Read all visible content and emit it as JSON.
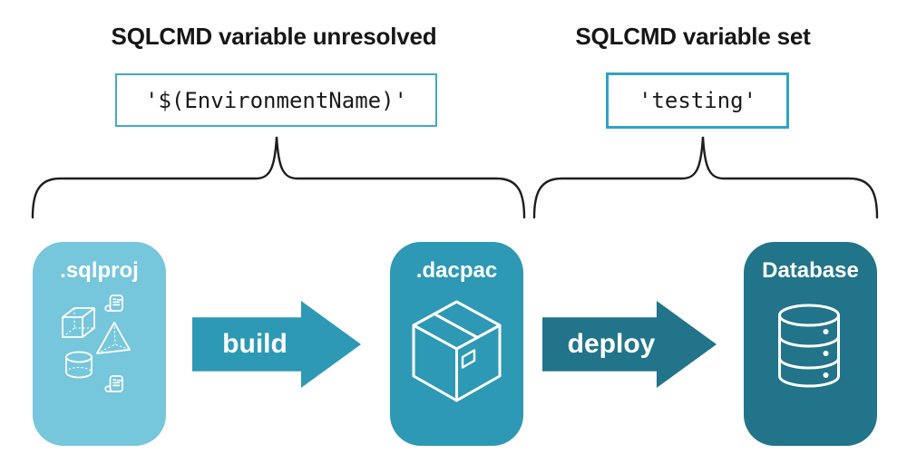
{
  "annotations": {
    "left": {
      "title": "SQLCMD variable unresolved",
      "value": "'$(EnvironmentName)'"
    },
    "right": {
      "title": "SQLCMD variable set",
      "value": "'testing'"
    }
  },
  "pipeline": {
    "stages": [
      {
        "label": ".sqlproj",
        "color": "#76c6dc",
        "icon": "sql-objects-icons"
      },
      {
        "label": ".dacpac",
        "color": "#2e99b4",
        "icon": "package-icon"
      },
      {
        "label": "Database",
        "color": "#21748a",
        "icon": "database-icon"
      }
    ],
    "arrows": [
      {
        "label": "build",
        "color": "#2e99b4"
      },
      {
        "label": "deploy",
        "color": "#21748a"
      }
    ]
  },
  "colors": {
    "stage_sqlproj": "#76c6dc",
    "stage_dacpac": "#2e99b4",
    "stage_database": "#21748a",
    "code_box_border": "#3aa6c6",
    "brace_stroke": "#1e1e1e",
    "heading_text": "#161616",
    "background": "#ffffff"
  }
}
